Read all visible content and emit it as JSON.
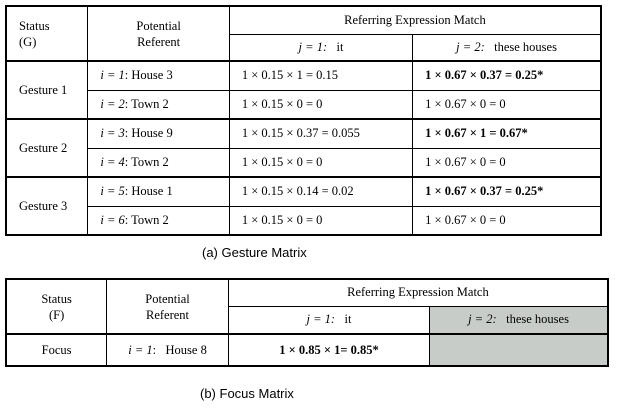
{
  "gesture_matrix": {
    "header": {
      "status_line1": "Status",
      "status_line2": "(G)",
      "referent_line1": "Potential",
      "referent_line2": "Referent",
      "match_title": "Referring Expression Match",
      "j1_label": "j = 1:",
      "j1_word": "it",
      "j2_label": "j = 2:",
      "j2_word": "these houses"
    },
    "groups": [
      {
        "status": "Gesture 1",
        "rows": [
          {
            "i_label": "i = 1",
            "referent": "House 3",
            "match1": "1 × 0.15 × 1 = 0.15",
            "match2": "1 × 0.67 × 0.37 = 0.25*",
            "match2_bold": true
          },
          {
            "i_label": "i = 2",
            "referent": "Town 2",
            "match1": "1 × 0.15 × 0 = 0",
            "match2": "1 × 0.67 × 0 = 0",
            "match2_bold": false
          }
        ]
      },
      {
        "status": "Gesture 2",
        "rows": [
          {
            "i_label": "i = 3",
            "referent": "House 9",
            "match1": "1 × 0.15 × 0.37 = 0.055",
            "match2": "1 × 0.67 × 1 = 0.67*",
            "match2_bold": true
          },
          {
            "i_label": "i = 4",
            "referent": "Town 2",
            "match1": "1 × 0.15 × 0 = 0",
            "match2": "1 × 0.67 × 0 = 0",
            "match2_bold": false
          }
        ]
      },
      {
        "status": "Gesture 3",
        "rows": [
          {
            "i_label": "i = 5",
            "referent": "House 1",
            "match1": "1 × 0.15 × 0.14 = 0.02",
            "match2": "1 × 0.67 × 0.37 = 0.25*",
            "match2_bold": true
          },
          {
            "i_label": "i = 6",
            "referent": "Town 2",
            "match1": "1 × 0.15 × 0 = 0",
            "match2": "1 × 0.67 × 0 = 0",
            "match2_bold": false
          }
        ]
      }
    ],
    "caption": "(a)  Gesture Matrix"
  },
  "focus_matrix": {
    "header": {
      "status_line1": "Status",
      "status_line2": "(F)",
      "referent_line1": "Potential",
      "referent_line2": "Referent",
      "match_title": "Referring Expression Match",
      "j1_label": "j = 1:",
      "j1_word": "it",
      "j2_label": "j = 2:",
      "j2_word": "these houses"
    },
    "row": {
      "status": "Focus",
      "i_label": "i = 1",
      "referent": "House 8",
      "match1": "1 × 0.85 × 1= 0.85*",
      "match2": ""
    },
    "colors": {
      "shaded": "#c8ccc9"
    },
    "caption": "(b) Focus  Matrix"
  }
}
